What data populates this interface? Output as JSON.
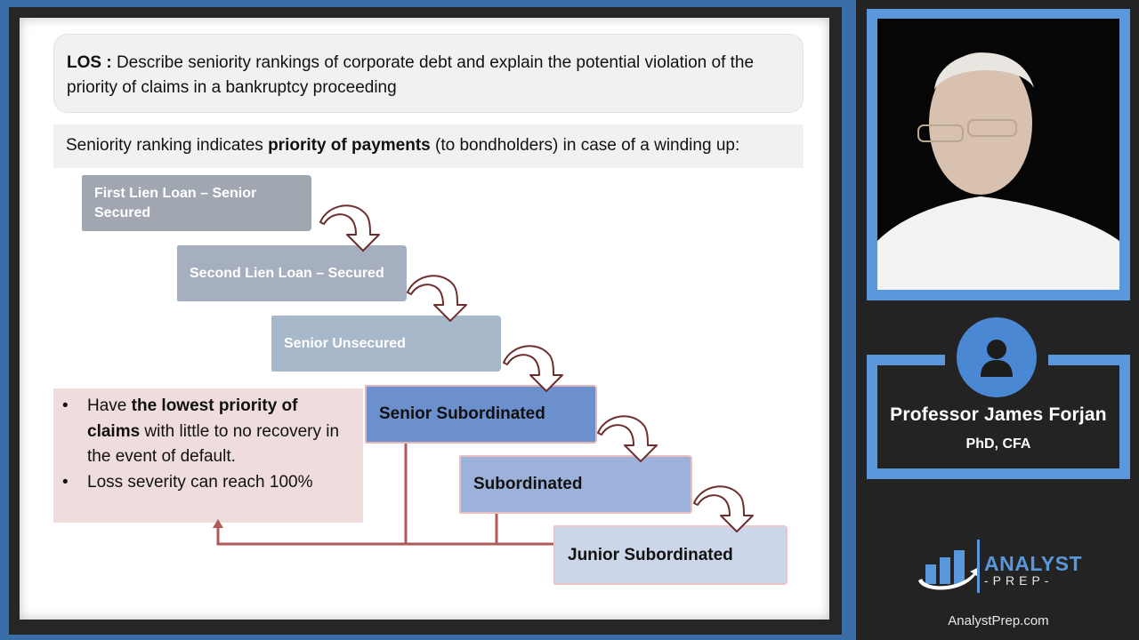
{
  "slide": {
    "los": {
      "label": "LOS :",
      "text": " Describe seniority rankings of corporate debt and explain the potential violation of the priority of claims in a bankruptcy proceeding"
    },
    "intro": {
      "prefix": "Seniority ranking indicates ",
      "bold": "priority of payments",
      "suffix": " (to bondholders) in case of a winding up:"
    },
    "tiers": [
      {
        "label": "First Lien Loan – Senior Secured",
        "color": "#a1a7b1"
      },
      {
        "label": "Second Lien Loan – Secured",
        "color": "#a6afbf"
      },
      {
        "label": "Senior Unsecured",
        "color": "#a8b8cb"
      },
      {
        "label": "Senior Subordinated",
        "color": "#6c8fcd"
      },
      {
        "label": "Subordinated",
        "color": "#9cb2db"
      },
      {
        "label": "Junior Subordinated",
        "color": "#cbd6e8"
      }
    ],
    "note": {
      "bullet": "•",
      "item1_prefix": "Have ",
      "item1_bold": "the lowest priority of claims",
      "item1_suffix": " with little to no recovery in the event of default.",
      "item2": "Loss severity can reach 100%"
    },
    "colors": {
      "arrow": "#6e2e2e",
      "connector": "#b05a5a",
      "note_bg": "#efdcdd"
    }
  },
  "presenter": {
    "name": "Professor James Forjan",
    "credentials": "PhD, CFA",
    "icon": "user-icon"
  },
  "brand": {
    "word": "ANALYST",
    "sub": "-PREP-",
    "url": "AnalystPrep.com",
    "accent": "#5a97db"
  }
}
